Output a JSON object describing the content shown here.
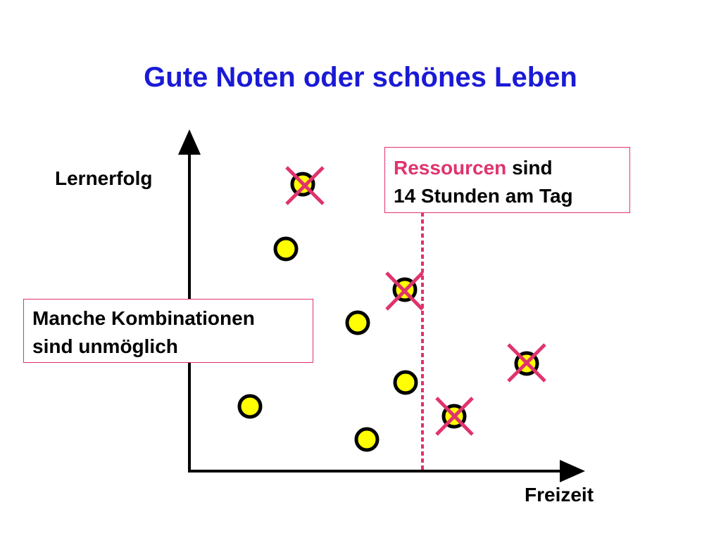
{
  "title": "Gute Noten oder schönes Leben",
  "y_axis_label": "Lernerfolg",
  "x_axis_label": "Freizeit",
  "resource_note": {
    "highlight": "Ressourcen",
    "rest_line1": " sind",
    "line2": "14 Stunden am Tag"
  },
  "impossible_note": {
    "line1": "Manche Kombinationen",
    "line2": "sind unmöglich"
  },
  "colors": {
    "title": "#1a1ad6",
    "text": "#000000",
    "accent": "#e0336c",
    "dot_fill": "#ffff00",
    "dot_stroke": "#000000"
  }
}
